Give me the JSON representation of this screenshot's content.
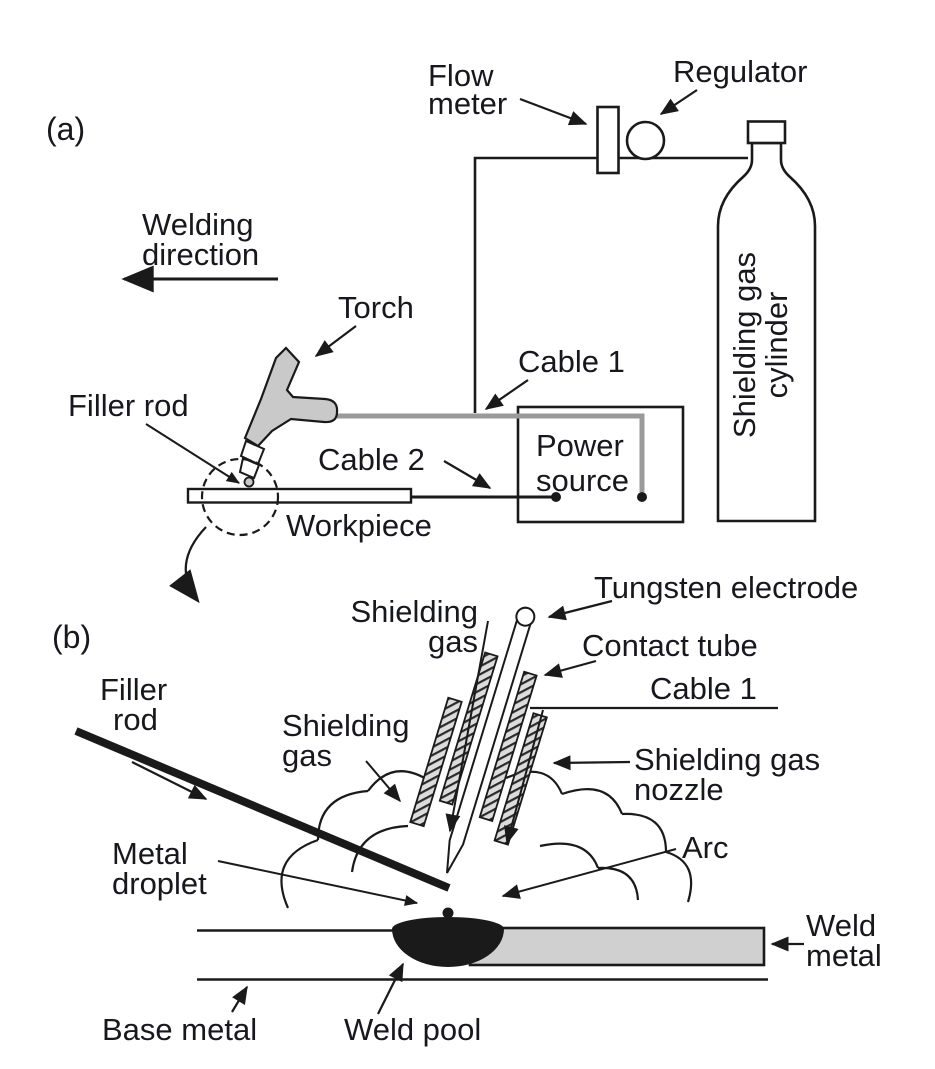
{
  "figure": {
    "description": "Gas-tungsten arc welding process diagram",
    "panel_a_tag": "(a)",
    "panel_b_tag": "(b)"
  },
  "colors": {
    "line": "#1a1a1a",
    "text": "#17171e",
    "torch_fill": "#c9c9c9",
    "cable_gray": "#9a9a9a",
    "weld_metal_fill": "#d0d0d0",
    "hatch_fill": "#dcdcdc",
    "background": "#ffffff"
  },
  "panel_a": {
    "labels": {
      "welding_direction_1": "Welding",
      "welding_direction_2": "direction",
      "flow_meter_1": "Flow",
      "flow_meter_2": "meter",
      "regulator": "Regulator",
      "torch": "Torch",
      "filler_rod": "Filler rod",
      "cable_1": "Cable 1",
      "cable_2": "Cable 2",
      "workpiece": "Workpiece",
      "power_source_1": "Power",
      "power_source_2": "source",
      "cylinder_line_1": "Shielding gas",
      "cylinder_line_2": "cylinder"
    }
  },
  "panel_b": {
    "labels": {
      "tungsten_electrode": "Tungsten electrode",
      "contact_tube": "Contact tube",
      "cable_1": "Cable 1",
      "shielding_gas_upper_1": "Shielding",
      "shielding_gas_upper_2": "gas",
      "shielding_gas_left_1": "Shielding",
      "shielding_gas_left_2": "gas",
      "shielding_gas_nozzle_1": "Shielding gas",
      "shielding_gas_nozzle_2": "nozzle",
      "filler_rod_1": "Filler",
      "filler_rod_2": "rod",
      "metal_droplet_1": "Metal",
      "metal_droplet_2": "droplet",
      "arc": "Arc",
      "weld_metal_1": "Weld",
      "weld_metal_2": "metal",
      "base_metal": "Base metal",
      "weld_pool": "Weld pool"
    }
  }
}
